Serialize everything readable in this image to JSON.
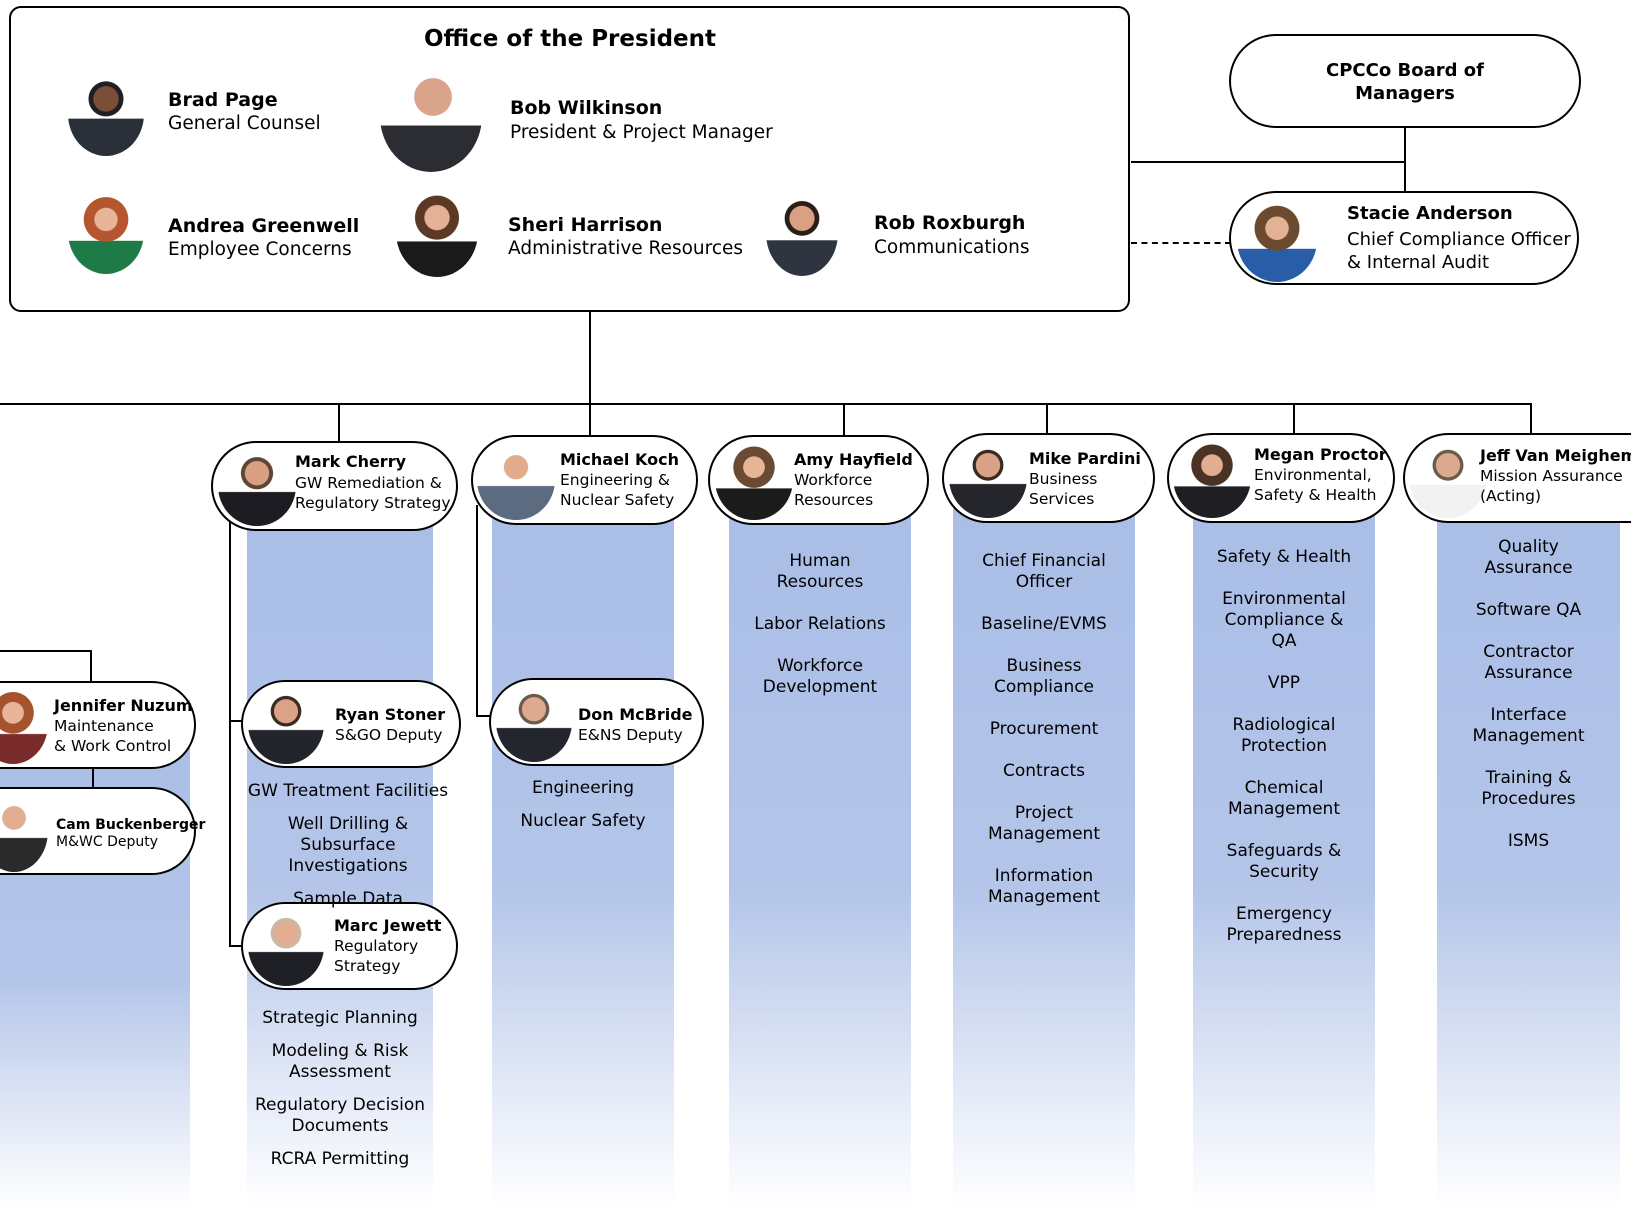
{
  "office": {
    "title": "Office of the President",
    "members": [
      {
        "name": "Brad Page",
        "title": "General Counsel"
      },
      {
        "name": "Bob Wilkinson",
        "title": "President & Project Manager"
      },
      {
        "name": "Andrea Greenwell",
        "title": "Employee Concerns"
      },
      {
        "name": "Sheri Harrison",
        "title": "Administrative Resources"
      },
      {
        "name": "Rob Roxburgh",
        "title": "Communications"
      }
    ]
  },
  "board": {
    "title": "CPCCo Board of\nManagers"
  },
  "compliance": {
    "name": "Stacie Anderson",
    "title": "Chief Compliance Officer\n& Internal Audit"
  },
  "managers": [
    {
      "name": "Mark Cherry",
      "title": "GW Remediation &\nRegulatory Strategy"
    },
    {
      "name": "Michael Koch",
      "title": "Engineering &\nNuclear Safety"
    },
    {
      "name": "Amy Hayfield",
      "title": "Workforce\nResources"
    },
    {
      "name": "Mike Pardini",
      "title": "Business\nServices"
    },
    {
      "name": "Megan Proctor",
      "title": "Environmental,\nSafety & Health"
    },
    {
      "name": "Jeff Van Meighem",
      "title": "Mission Assurance\n(Acting)"
    }
  ],
  "deputies": [
    {
      "name": "Jennifer Nuzum",
      "title": "Maintenance\n& Work Control"
    },
    {
      "name": "Cam Buckenberger",
      "title": "M&WC Deputy"
    },
    {
      "name": "Ryan Stoner",
      "title": "S&GO Deputy"
    },
    {
      "name": "Marc Jewett",
      "title": "Regulatory\nStrategy"
    },
    {
      "name": "Don McBride",
      "title": "E&NS Deputy"
    }
  ],
  "functions": {
    "sgo": [
      "GW Treatment Facilities",
      "Well Drilling &\nSubsurface Investigations",
      "Sample Data"
    ],
    "regulatory": [
      "Strategic Planning",
      "Modeling & Risk\nAssessment",
      "Regulatory Decision\nDocuments",
      "RCRA Permitting"
    ],
    "ens": [
      "Engineering",
      "Nuclear Safety"
    ],
    "workforce": [
      "Human\nResources",
      "Labor Relations",
      "Workforce\nDevelopment"
    ],
    "business": [
      "Chief Financial\nOfficer",
      "Baseline/EVMS",
      "Business\nCompliance",
      "Procurement",
      "Contracts",
      "Project\nManagement",
      "Information\nManagement"
    ],
    "esh": [
      "Safety & Health",
      "Environmental\nCompliance &\nQA",
      "VPP",
      "Radiological\nProtection",
      "Chemical\nManagement",
      "Safeguards &\nSecurity",
      "Emergency\nPreparedness"
    ],
    "mission": [
      "Quality\nAssurance",
      "Software QA",
      "Contractor\nAssurance",
      "Interface\nManagement",
      "Training &\nProcedures",
      "ISMS"
    ]
  }
}
